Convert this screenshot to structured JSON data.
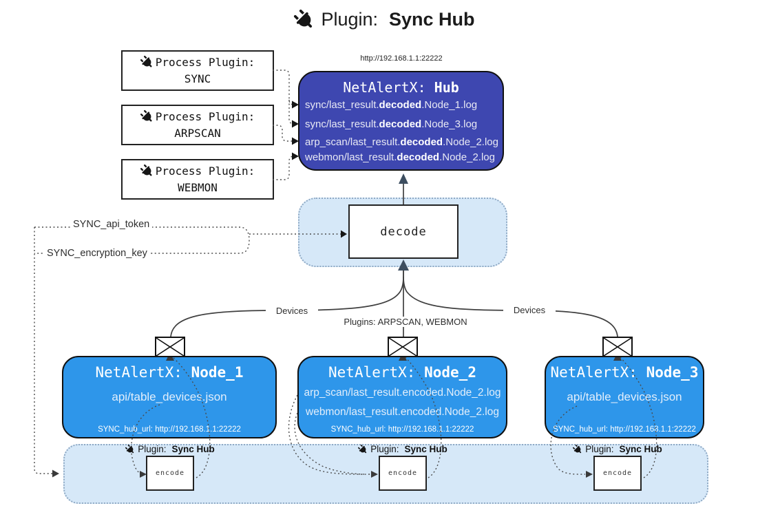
{
  "title": {
    "prefix": "Plugin:",
    "name": "Sync Hub"
  },
  "process_plugins": [
    {
      "label": "Process Plugin:",
      "name": "SYNC"
    },
    {
      "label": "Process Plugin:",
      "name": "ARPSCAN"
    },
    {
      "label": "Process Plugin:",
      "name": "WEBMON"
    }
  ],
  "hub": {
    "url": "http://192.168.1.1:22222",
    "title_prefix": "NetAlertX:",
    "title_name": "Hub",
    "log_lines": [
      {
        "pre": "sync/last_result.",
        "bold": "decoded",
        "post": ".Node_1.log"
      },
      {
        "pre": "sync/last_result.",
        "bold": "decoded",
        "post": ".Node_3.log"
      },
      {
        "pre": "arp_scan/last_result.",
        "bold": "decoded",
        "post": ".Node_2.log"
      },
      {
        "pre": "webmon/last_result.",
        "bold": "decoded",
        "post": ".Node_2.log"
      }
    ]
  },
  "settings": {
    "api_token": "SYNC_api_token",
    "encryption_key": "SYNC_encryption_key"
  },
  "decode": {
    "label": "decode"
  },
  "flow_labels": {
    "left": "Devices",
    "middle": "Plugins: ARPSCAN, WEBMON",
    "right": "Devices"
  },
  "nodes": [
    {
      "title_prefix": "NetAlertX:",
      "title_name": "Node_1",
      "lines": [
        "api/table_devices.json"
      ],
      "footer": "SYNC_hub_url: http://192.168.1.1:22222"
    },
    {
      "title_prefix": "NetAlertX:",
      "title_name": "Node_2",
      "lines": [
        "arp_scan/last_result.encoded.Node_2.log",
        "webmon/last_result.encoded.Node_2.log"
      ],
      "footer": "SYNC_hub_url: http://192.168.1.1:22222"
    },
    {
      "title_prefix": "NetAlertX:",
      "title_name": "Node_3",
      "lines": [
        "api/table_devices.json"
      ],
      "footer": "SYNC_hub_url: http://192.168.1.1:22222"
    }
  ],
  "encode_panel": {
    "sections": [
      {
        "plugin_prefix": "Plugin:",
        "plugin_name": "Sync Hub",
        "encode_label": "encode"
      },
      {
        "plugin_prefix": "Plugin:",
        "plugin_name": "Sync Hub",
        "encode_label": "encode"
      },
      {
        "plugin_prefix": "Plugin:",
        "plugin_name": "Sync Hub",
        "encode_label": "encode"
      }
    ]
  },
  "colors": {
    "hub_fill": "#3E47B0",
    "node_fill": "#2E96EA",
    "panel_fill": "#D6E8F8",
    "panel_border": "#8FA9C4",
    "arrow_dark": "#3D4E60",
    "line": "#3F3F3F"
  }
}
